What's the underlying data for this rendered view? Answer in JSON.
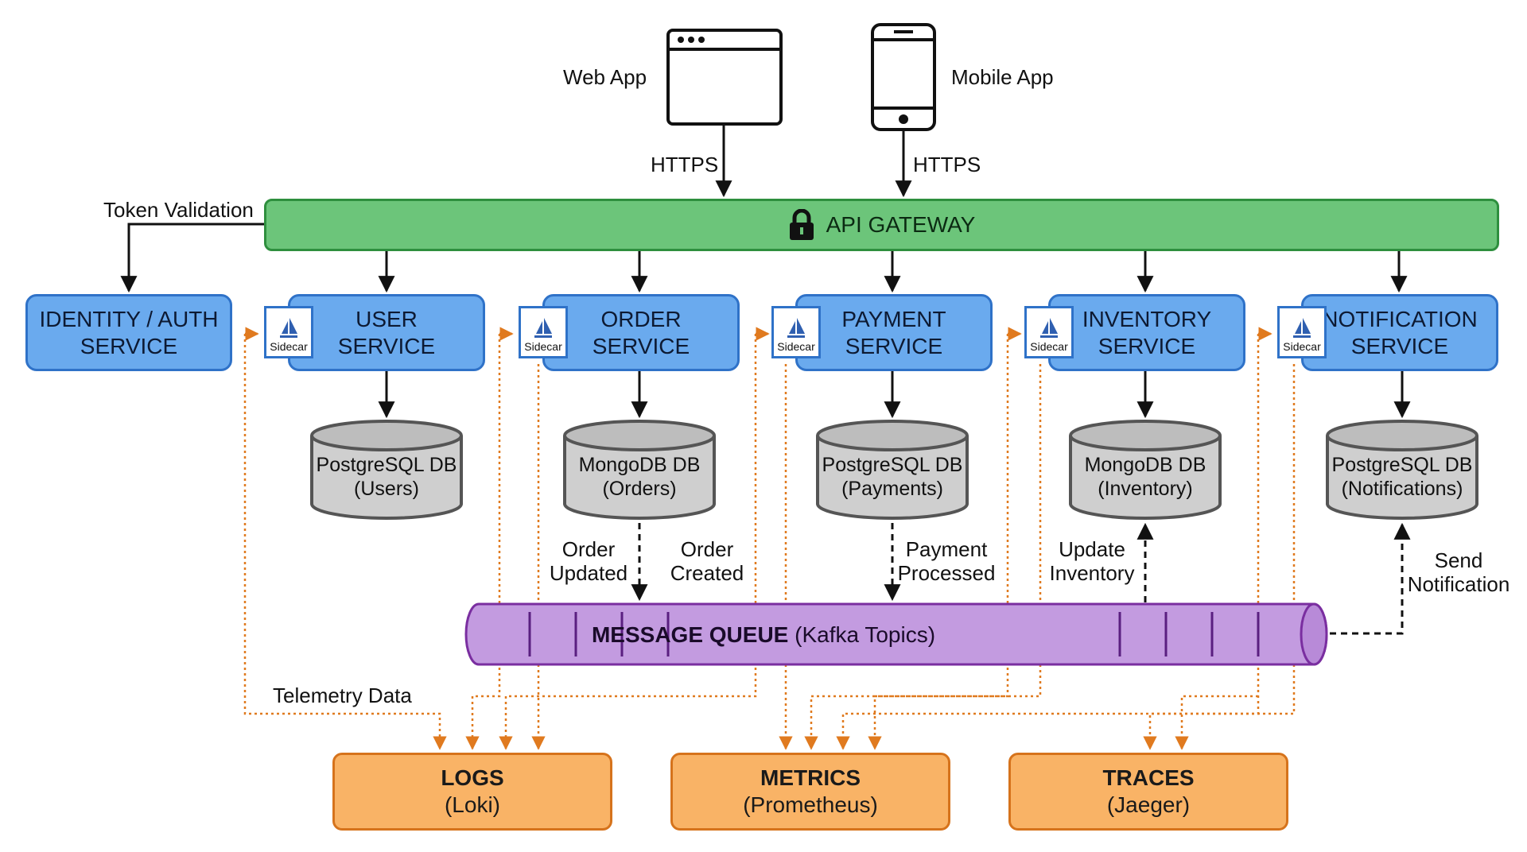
{
  "clients": {
    "web": {
      "label": "Web App"
    },
    "mobile": {
      "label": "Mobile App"
    },
    "web_protocol": "HTTPS",
    "mobile_protocol": "HTTPS"
  },
  "gateway": {
    "label": "API GATEWAY",
    "token_label": "Token Validation"
  },
  "services": [
    {
      "line1": "IDENTITY / AUTH",
      "line2": "SERVICE"
    },
    {
      "line1": "USER",
      "line2": "SERVICE"
    },
    {
      "line1": "ORDER",
      "line2": "SERVICE"
    },
    {
      "line1": "PAYMENT",
      "line2": "SERVICE"
    },
    {
      "line1": "INVENTORY",
      "line2": "SERVICE"
    },
    {
      "line1": "NOTIFICATION",
      "line2": "SERVICE"
    }
  ],
  "sidecar_label": "Sidecar",
  "databases": [
    {
      "line1": "PostgreSQL DB",
      "line2": "(Users)"
    },
    {
      "line1": "MongoDB DB",
      "line2": "(Orders)"
    },
    {
      "line1": "PostgreSQL DB",
      "line2": "(Payments)"
    },
    {
      "line1": "MongoDB DB",
      "line2": "(Inventory)"
    },
    {
      "line1": "PostgreSQL DB",
      "line2": "(Notifications)"
    }
  ],
  "events": {
    "order_updated": {
      "line1": "Order",
      "line2": "Updated"
    },
    "order_created": {
      "line1": "Order",
      "line2": "Created"
    },
    "payment_processed": {
      "line1": "Payment",
      "line2": "Processed"
    },
    "update_inventory": {
      "line1": "Update",
      "line2": "Inventory"
    },
    "send_notification": {
      "line1": "Send",
      "line2": "Notification"
    }
  },
  "message_queue": {
    "title": "MESSAGE QUEUE",
    "subtitle": "(Kafka Topics)"
  },
  "telemetry_label": "Telemetry Data",
  "observability": [
    {
      "title": "LOGS",
      "subtitle": "(Loki)"
    },
    {
      "title": "METRICS",
      "subtitle": "(Prometheus)"
    },
    {
      "title": "TRACES",
      "subtitle": "(Jaeger)"
    }
  ],
  "colors": {
    "gateway_fill": "#6cc57a",
    "service_fill": "#6aaaee",
    "database_fill": "#cfcfcf",
    "queue_fill": "#c39be0",
    "observability_fill": "#f9b366",
    "telemetry_line": "#e07a1f"
  }
}
